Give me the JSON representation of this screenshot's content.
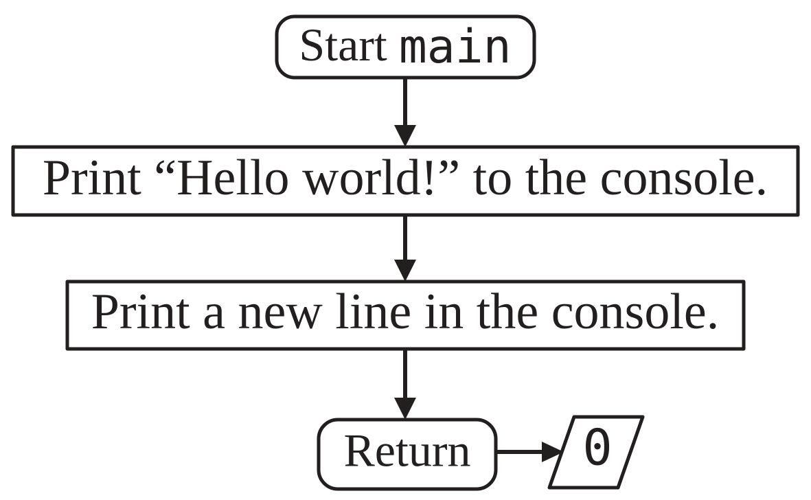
{
  "diagram": {
    "title": "main function flowchart",
    "background_color": "#ffffff",
    "stroke_color": "#231f1e",
    "fill_color": "#ffffff"
  },
  "nodes": {
    "start": {
      "shape": "rounded-rectangle",
      "label_serif": "Start ",
      "label_mono": "main",
      "full_label": "Start main"
    },
    "print_hello": {
      "shape": "rectangle",
      "label": "Print “Hello world!” to the console."
    },
    "print_newline": {
      "shape": "rectangle",
      "label": "Print a new line in the console."
    },
    "return": {
      "shape": "rounded-rectangle",
      "label": "Return"
    },
    "return_value": {
      "shape": "parallelogram",
      "label": "0"
    }
  },
  "edges": [
    {
      "from": "start",
      "to": "print_hello",
      "direction": "down",
      "label": ""
    },
    {
      "from": "print_hello",
      "to": "print_newline",
      "direction": "down",
      "label": ""
    },
    {
      "from": "print_newline",
      "to": "return",
      "direction": "down",
      "label": ""
    },
    {
      "from": "return",
      "to": "return_value",
      "direction": "right",
      "label": ""
    }
  ]
}
